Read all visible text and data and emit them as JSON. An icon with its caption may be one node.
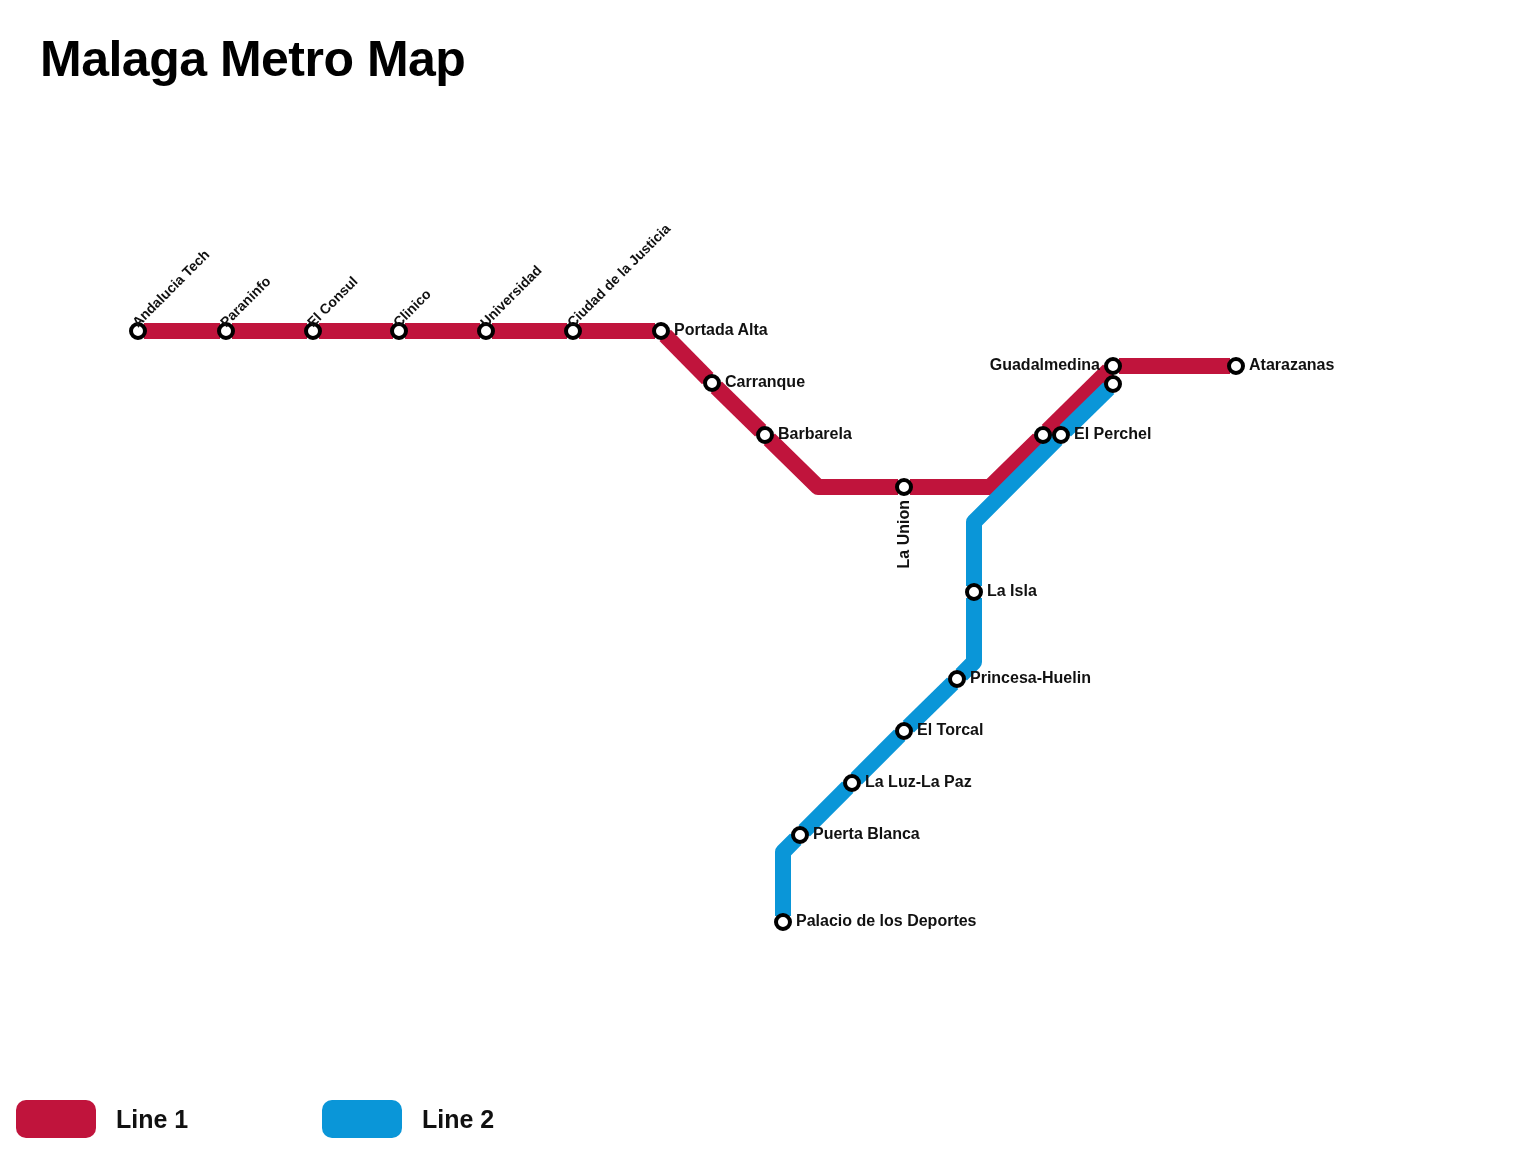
{
  "diagram": {
    "title": "Malaga Metro Map",
    "nodes": [
      {
        "text": [
          "Andalucia Tech"
        ]
      },
      {
        "text": [
          "Paraninfo"
        ]
      },
      {
        "text": [
          "El Consul"
        ]
      },
      {
        "text": [
          "Clinico"
        ]
      },
      {
        "text": [
          "Universidad"
        ]
      },
      {
        "text": [
          "Ciudad de la Justicia"
        ]
      },
      {
        "text": [
          "Portada Alta"
        ]
      },
      {
        "text": [
          "Guadalmedina"
        ]
      },
      {
        "text": [
          "Atarazanas"
        ]
      },
      {
        "text": [],
        "shape": "circle"
      },
      {
        "text": [
          "Carranque"
        ]
      },
      {
        "text": [
          "Barbarela"
        ]
      },
      {
        "text": [],
        "shape": "circle"
      },
      {
        "text": [
          "El Perchel"
        ]
      },
      {
        "text": [
          "La Union"
        ]
      },
      {
        "text": [
          "La Isla"
        ]
      },
      {
        "text": [
          "Princesa-Huelin"
        ]
      },
      {
        "text": [
          "El Torcal"
        ]
      },
      {
        "text": [
          "La Luz-La Paz"
        ]
      },
      {
        "text": [
          "Puerta Blanca"
        ]
      },
      {
        "text": [
          "Palacio de los Deportes"
        ]
      }
    ],
    "edges": [
      {
        "from": 0,
        "to": 1,
        "arrow": "none"
      },
      {
        "from": 1,
        "to": 2,
        "arrow": "none"
      },
      {
        "from": 2,
        "to": 3,
        "arrow": "none"
      },
      {
        "from": 3,
        "to": 4,
        "arrow": "none"
      },
      {
        "from": 4,
        "to": 5,
        "arrow": "none"
      },
      {
        "from": 5,
        "to": 6,
        "arrow": "none"
      },
      {
        "from": 6,
        "to": 10,
        "arrow": "none"
      },
      {
        "from": 10,
        "to": 11,
        "arrow": "none"
      },
      {
        "from": 11,
        "to": 14,
        "arrow": "none"
      },
      {
        "from": 14,
        "to": 12,
        "arrow": "none"
      },
      {
        "from": 12,
        "to": 7,
        "arrow": "none"
      },
      {
        "from": 7,
        "to": 8,
        "arrow": "none"
      },
      {
        "from": 20,
        "to": 19,
        "arrow": "none",
        "color": "#0a96d8"
      },
      {
        "from": 19,
        "to": 18,
        "arrow": "none",
        "color": "#0a96d8"
      },
      {
        "from": 18,
        "to": 17,
        "arrow": "none",
        "color": "#0a96d8"
      },
      {
        "from": 17,
        "to": 16,
        "arrow": "none",
        "color": "#0a96d8"
      },
      {
        "from": 16,
        "to": 15,
        "arrow": "none",
        "color": "#0a96d8"
      },
      {
        "from": 15,
        "to": 13,
        "arrow": "none",
        "color": "#0a96d8"
      },
      {
        "from": 13,
        "to": 9,
        "arrow": "none",
        "color": "#0a96d8"
      }
    ],
    "legend": [
      {
        "text": "Line 1",
        "color": "#c0143c"
      },
      {
        "text": "Line 2",
        "color": "#0a96d8"
      }
    ]
  }
}
